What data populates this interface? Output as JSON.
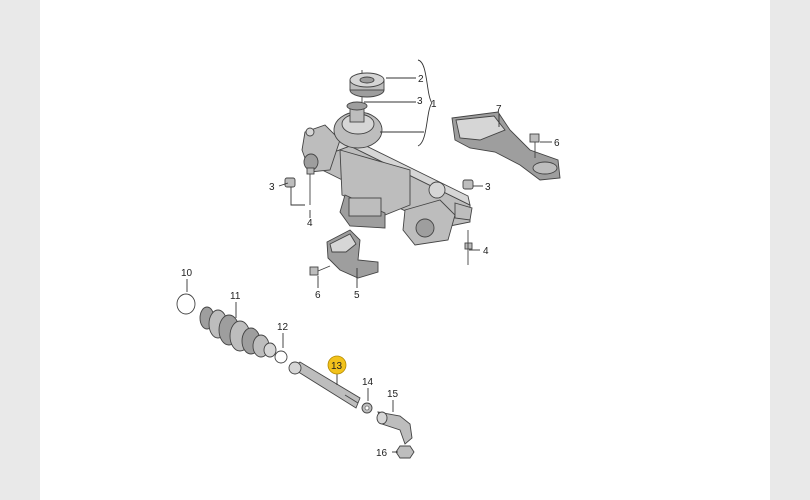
{
  "diagram": {
    "labels": {
      "p1": "1",
      "p2": "2",
      "p3a": "3",
      "p3b": "3",
      "p3c": "3",
      "p4a": "4",
      "p4b": "4",
      "p5": "5",
      "p6a": "6",
      "p6b": "6",
      "p7": "7",
      "p10": "10",
      "p11": "11",
      "p12": "12",
      "p13": "13",
      "p14": "14",
      "p15": "15",
      "p16": "16"
    },
    "colors": {
      "background": "#e9e9e9",
      "canvas": "#ffffff",
      "highlight": "#f2c21b",
      "part_light": "#d6d6d6",
      "part_mid": "#bdbdbd",
      "part_dark": "#9e9e9e"
    }
  }
}
